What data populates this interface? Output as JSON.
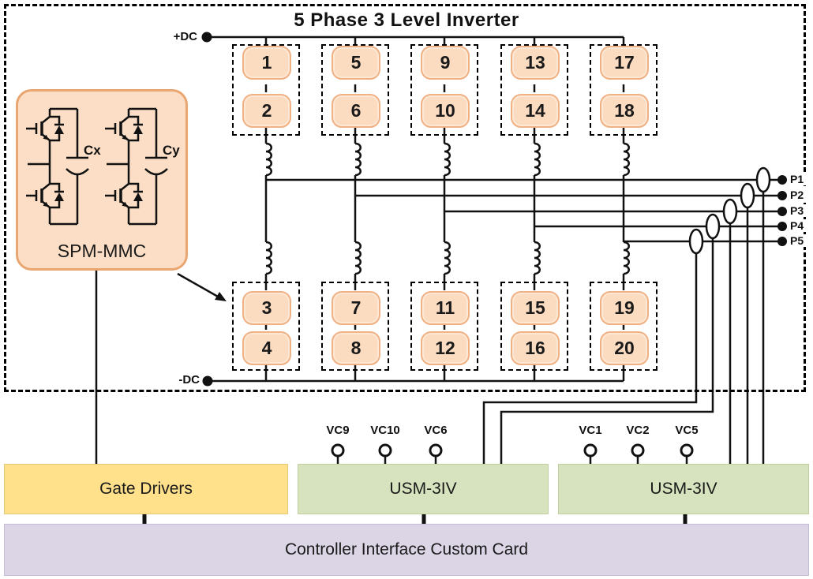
{
  "title": "5 Phase 3 Level Inverter",
  "dc_rails": {
    "positive_label": "+DC",
    "negative_label": "-DC"
  },
  "spm_module": {
    "label": "SPM-MMC",
    "capacitor_left": "Cx",
    "capacitor_right": "Cy"
  },
  "inverter": {
    "columns": [
      {
        "top_modules": [
          "1",
          "2"
        ],
        "bottom_modules": [
          "3",
          "4"
        ]
      },
      {
        "top_modules": [
          "5",
          "6"
        ],
        "bottom_modules": [
          "7",
          "8"
        ]
      },
      {
        "top_modules": [
          "9",
          "10"
        ],
        "bottom_modules": [
          "11",
          "12"
        ]
      },
      {
        "top_modules": [
          "13",
          "14"
        ],
        "bottom_modules": [
          "15",
          "16"
        ]
      },
      {
        "top_modules": [
          "17",
          "18"
        ],
        "bottom_modules": [
          "19",
          "20"
        ]
      }
    ],
    "phase_terminals": [
      "P1",
      "P2",
      "P3",
      "P4",
      "P5"
    ]
  },
  "boards": {
    "gate_drivers": {
      "label": "Gate Drivers"
    },
    "usm_left": {
      "label": "USM-3IV",
      "voltage_inputs": [
        "VC9",
        "VC10",
        "VC6"
      ]
    },
    "usm_right": {
      "label": "USM-3IV",
      "voltage_inputs": [
        "VC1",
        "VC2",
        "VC5"
      ]
    },
    "controller": {
      "label": "Controller Interface Custom Card"
    }
  },
  "colors": {
    "module_fill": "#FCDCC1",
    "module_border": "#F0B184",
    "gate_drivers_fill": "#FFE18C",
    "usm_fill": "#D7E3BE",
    "controller_fill": "#DBD5E6",
    "line": "#111111"
  }
}
